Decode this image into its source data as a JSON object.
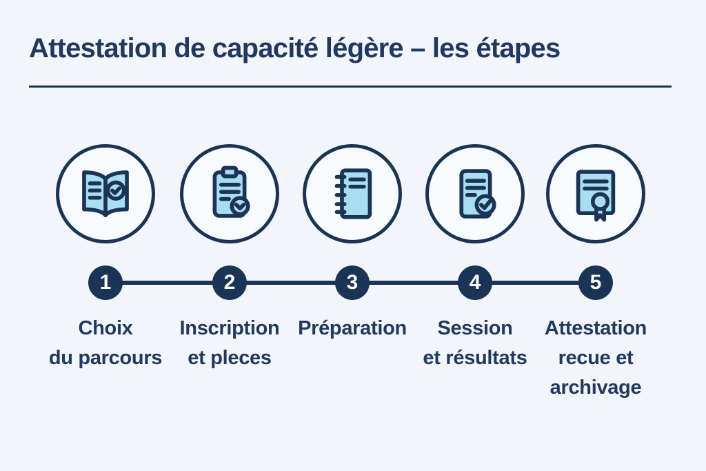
{
  "title": "Attestation de capacité légère – les étapes",
  "colors": {
    "background": "#f2f5fa",
    "navy_text": "#21395e",
    "navy_stroke": "#1b3354",
    "icon_fill": "#a9def2",
    "number_text": "#ffffff"
  },
  "steps": [
    {
      "number": "1",
      "icon": "open-book-check-icon",
      "label_lines": [
        "Choix",
        "du parcours"
      ]
    },
    {
      "number": "2",
      "icon": "clipboard-check-icon",
      "label_lines": [
        "Inscription",
        "et pleces"
      ]
    },
    {
      "number": "3",
      "icon": "spiral-notebook-icon",
      "label_lines": [
        "Préparation"
      ]
    },
    {
      "number": "4",
      "icon": "document-check-icon",
      "label_lines": [
        "Session",
        "et résultats"
      ]
    },
    {
      "number": "5",
      "icon": "certificate-ribbon-icon",
      "label_lines": [
        "Attestation",
        "recue et",
        "archivage"
      ]
    }
  ]
}
